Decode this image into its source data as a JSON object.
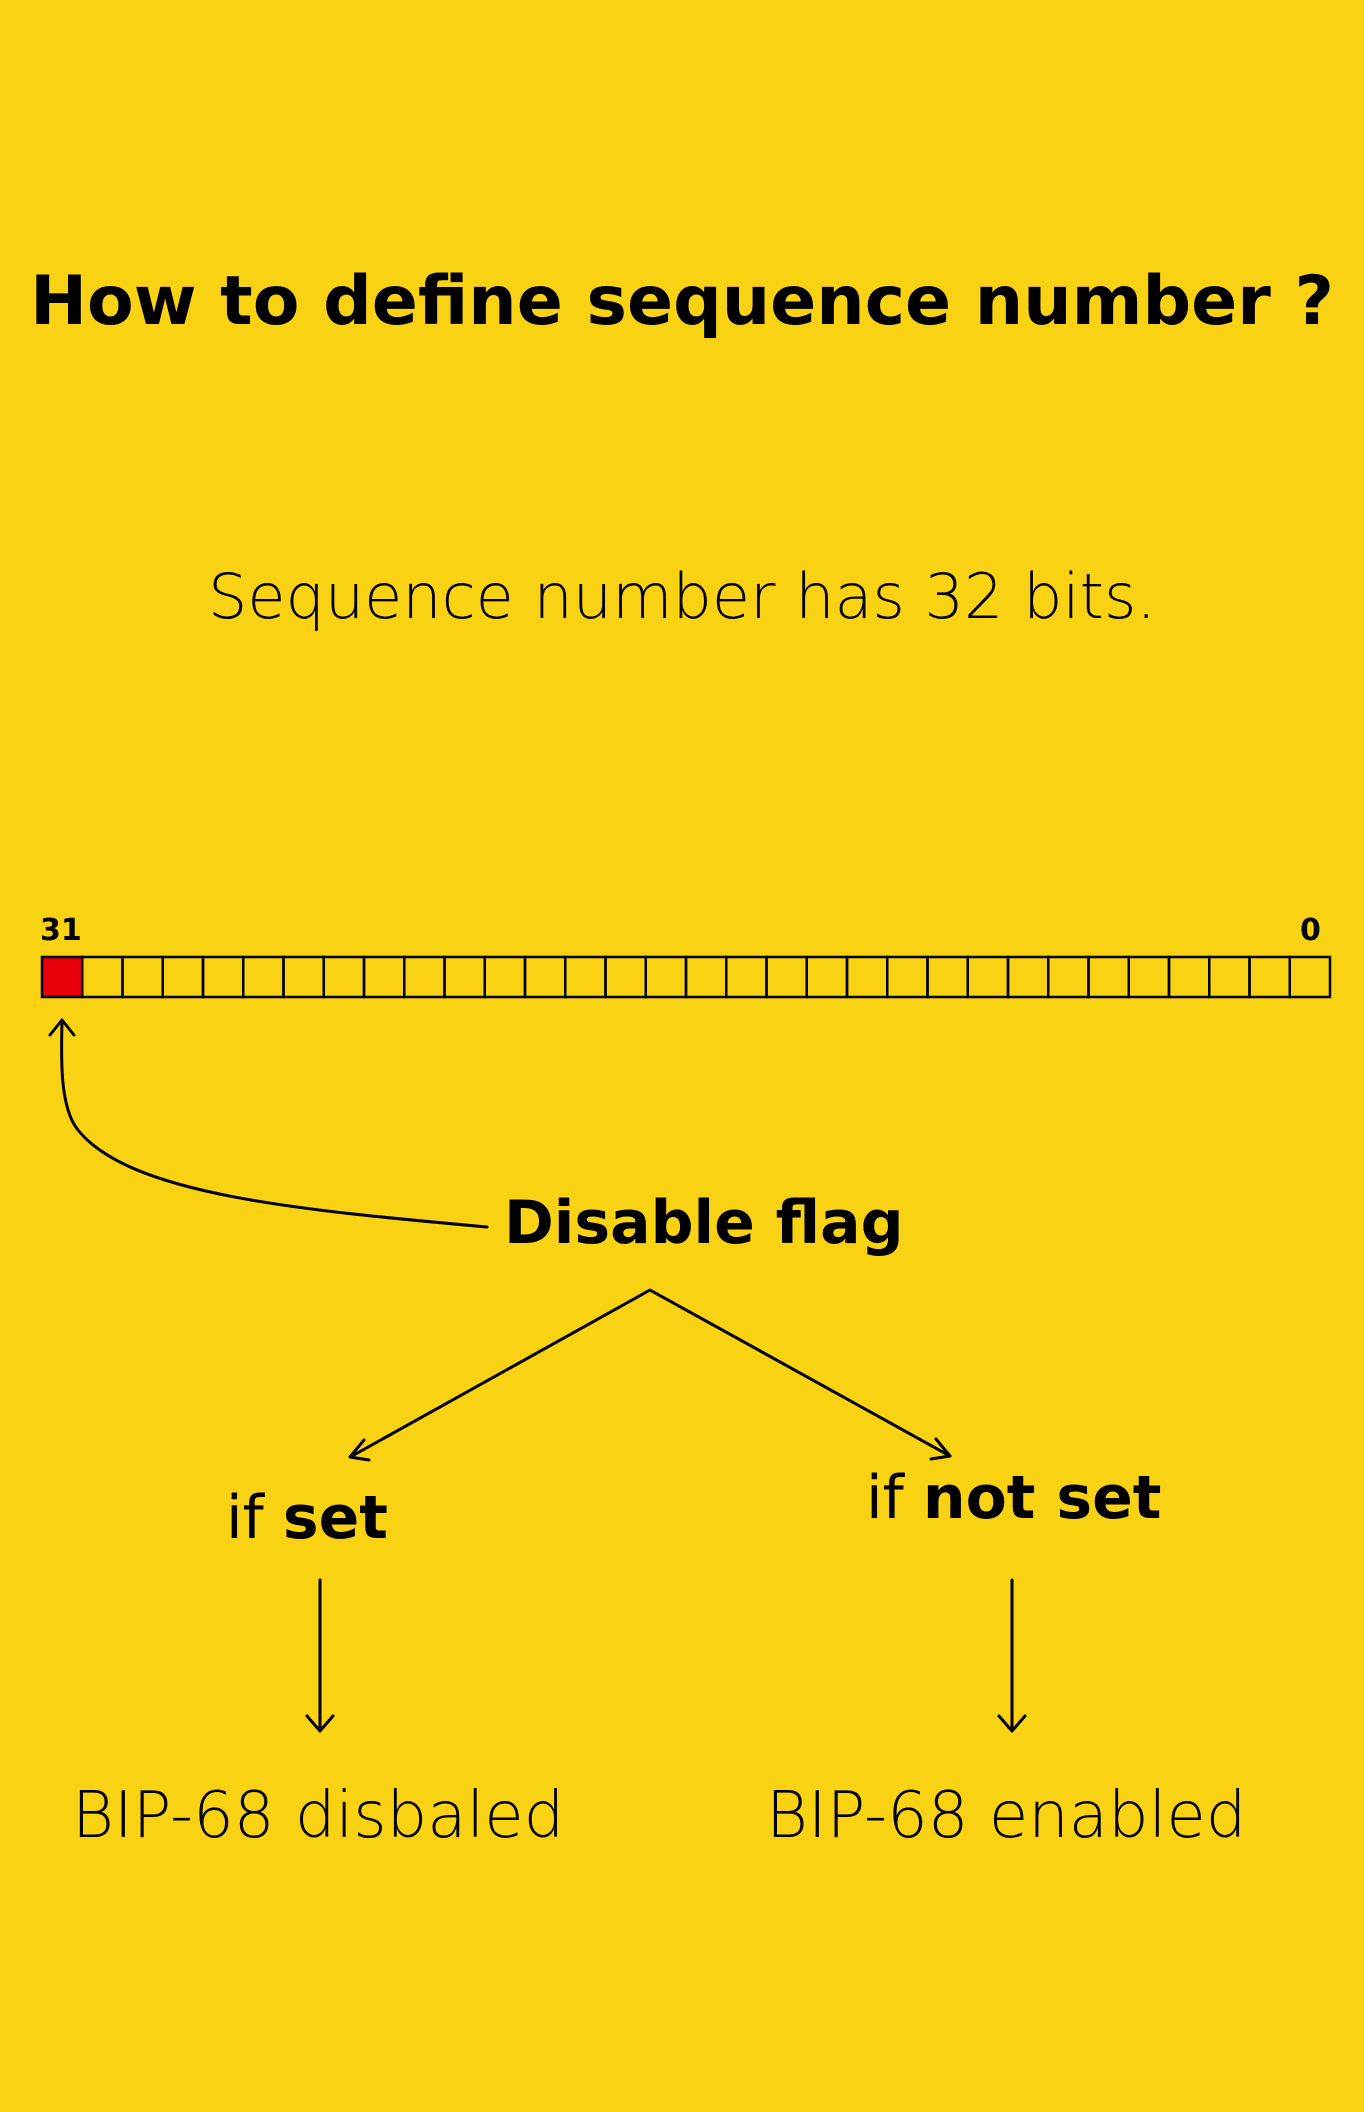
{
  "title": "How to define sequence number ?",
  "subtitle": "Sequence number has 32 bits.",
  "bitfield": {
    "bit_count": 32,
    "high_label": "31",
    "low_label": "0",
    "highlighted_bit": 31,
    "highlight_color": "#E8000B"
  },
  "flag_label": "Disable flag",
  "branches": {
    "set": {
      "prefix": "if",
      "keyword": "set",
      "result": "BIP-68 disbaled"
    },
    "not_set": {
      "prefix": "if",
      "keyword": "not set",
      "result": "BIP-68 enabled"
    }
  },
  "colors": {
    "background": "#F9D313",
    "ink": "#000000",
    "highlight": "#E8000B"
  }
}
